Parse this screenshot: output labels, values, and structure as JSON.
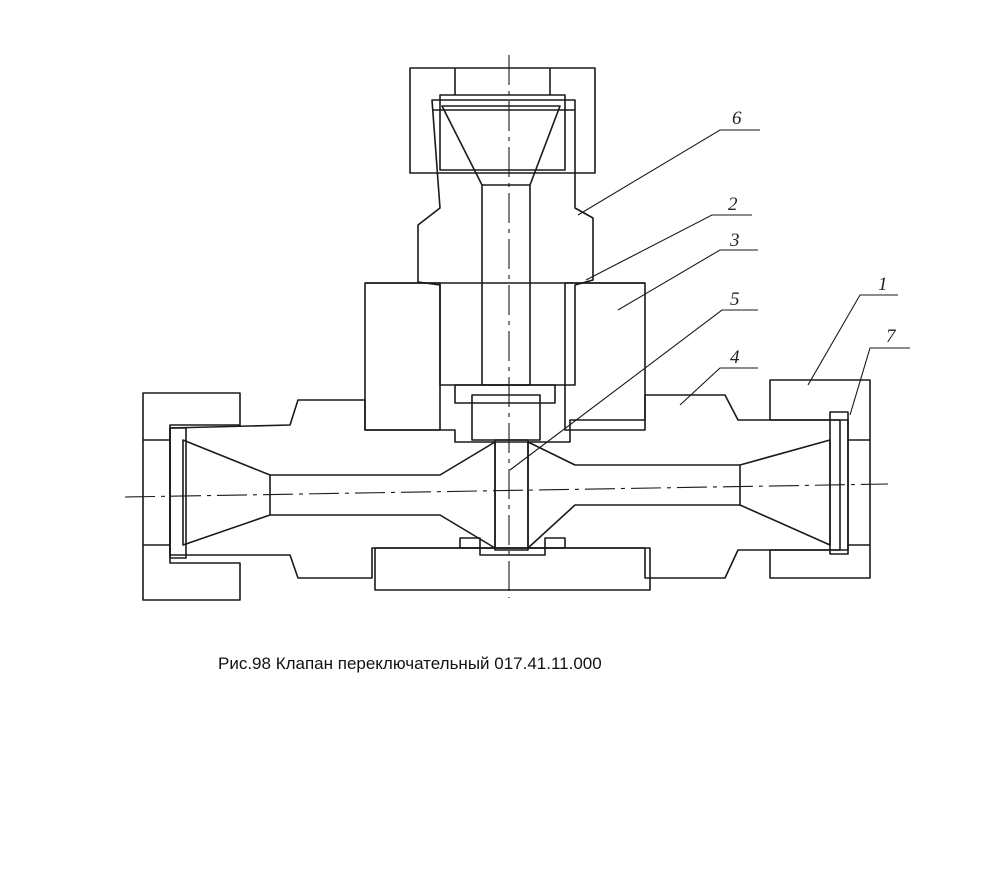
{
  "caption": "Рис.98 Клапан переключательный 017.41.11.000",
  "callouts": [
    {
      "id": "c6",
      "label": "6"
    },
    {
      "id": "c2",
      "label": "2"
    },
    {
      "id": "c3",
      "label": "3"
    },
    {
      "id": "c5",
      "label": "5"
    },
    {
      "id": "c4",
      "label": "4"
    },
    {
      "id": "c1",
      "label": "1"
    },
    {
      "id": "c7",
      "label": "7"
    }
  ]
}
